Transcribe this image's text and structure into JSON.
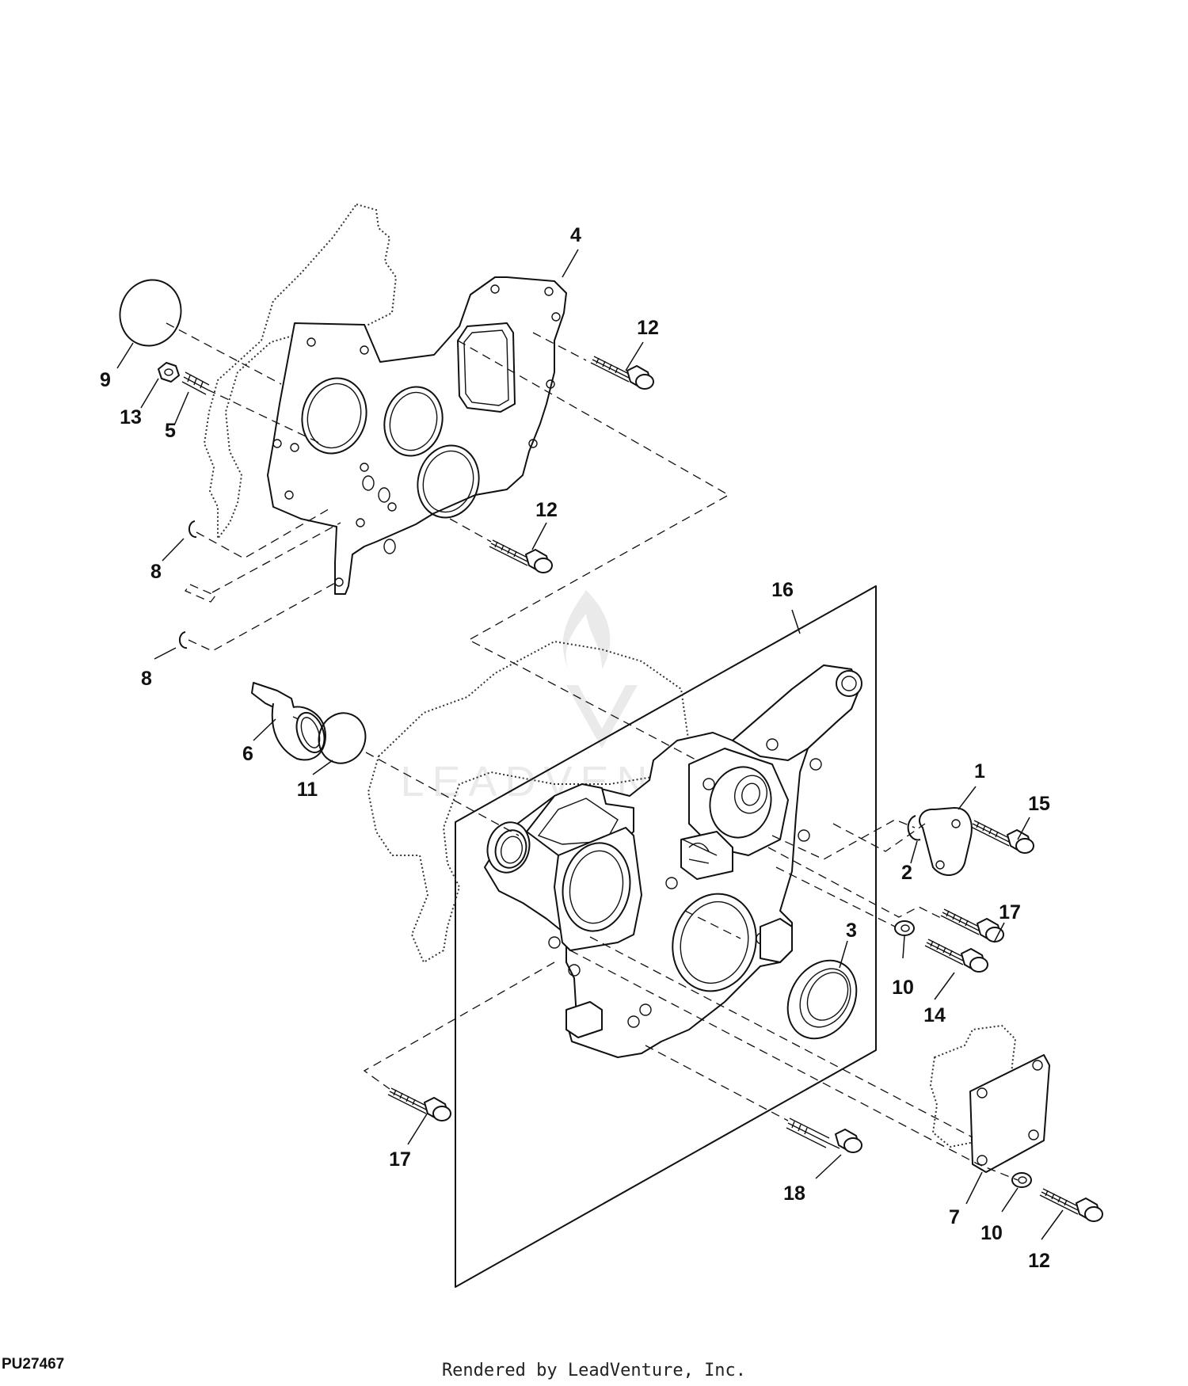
{
  "diagram": {
    "reference_code": "PU27467",
    "footer": "Rendered by LeadVenture, Inc.",
    "watermark": "LEADVENTURE",
    "callouts": [
      {
        "id": "c1",
        "label": "1"
      },
      {
        "id": "c2",
        "label": "2"
      },
      {
        "id": "c3",
        "label": "3"
      },
      {
        "id": "c4",
        "label": "4"
      },
      {
        "id": "c5",
        "label": "5"
      },
      {
        "id": "c6",
        "label": "6"
      },
      {
        "id": "c7",
        "label": "7"
      },
      {
        "id": "c8a",
        "label": "8"
      },
      {
        "id": "c8b",
        "label": "8"
      },
      {
        "id": "c9",
        "label": "9"
      },
      {
        "id": "c10a",
        "label": "10"
      },
      {
        "id": "c10b",
        "label": "10"
      },
      {
        "id": "c11",
        "label": "11"
      },
      {
        "id": "c12a",
        "label": "12"
      },
      {
        "id": "c12b",
        "label": "12"
      },
      {
        "id": "c12c",
        "label": "12"
      },
      {
        "id": "c13",
        "label": "13"
      },
      {
        "id": "c14",
        "label": "14"
      },
      {
        "id": "c15",
        "label": "15"
      },
      {
        "id": "c16",
        "label": "16"
      },
      {
        "id": "c17a",
        "label": "17"
      },
      {
        "id": "c17b",
        "label": "17"
      },
      {
        "id": "c18",
        "label": "18"
      }
    ]
  }
}
